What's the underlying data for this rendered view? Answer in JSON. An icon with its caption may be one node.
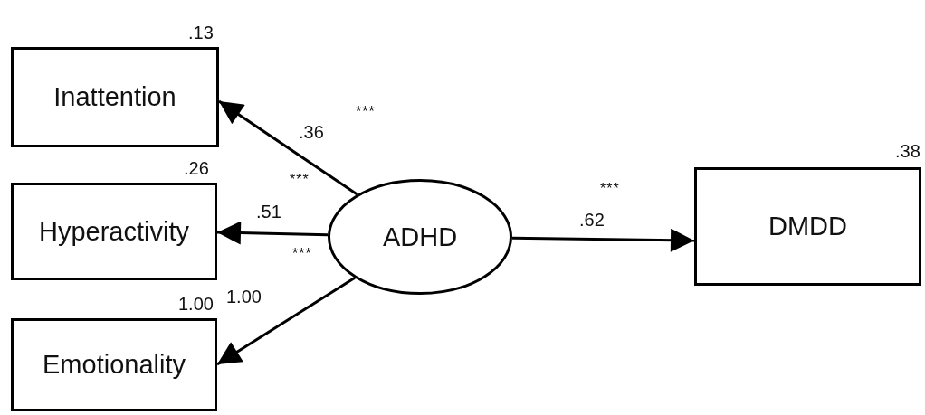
{
  "diagram": {
    "nodes": [
      {
        "text": [
          "Inattention"
        ],
        "beside": [
          ".13"
        ]
      },
      {
        "text": [
          "Hyperactivity"
        ],
        "beside": [
          ".26"
        ]
      },
      {
        "text": [
          "Emotionality"
        ],
        "beside": [
          "1.00"
        ]
      },
      {
        "text": [
          "ADHD"
        ]
      },
      {
        "text": [
          "DMDD"
        ],
        "beside": [
          ".38"
        ]
      }
    ],
    "edges": [
      {
        "from": 3,
        "to": 0,
        "arrow": "to",
        "label": ".36"
      },
      {
        "from": 3,
        "to": 1,
        "arrow": "to",
        "label": ".51"
      },
      {
        "from": 3,
        "to": 2,
        "arrow": "to",
        "label": "1.00"
      },
      {
        "from": 3,
        "to": 4,
        "arrow": "to",
        "label": ".62"
      }
    ],
    "labels": [
      "***",
      "***",
      "***",
      "***"
    ]
  }
}
